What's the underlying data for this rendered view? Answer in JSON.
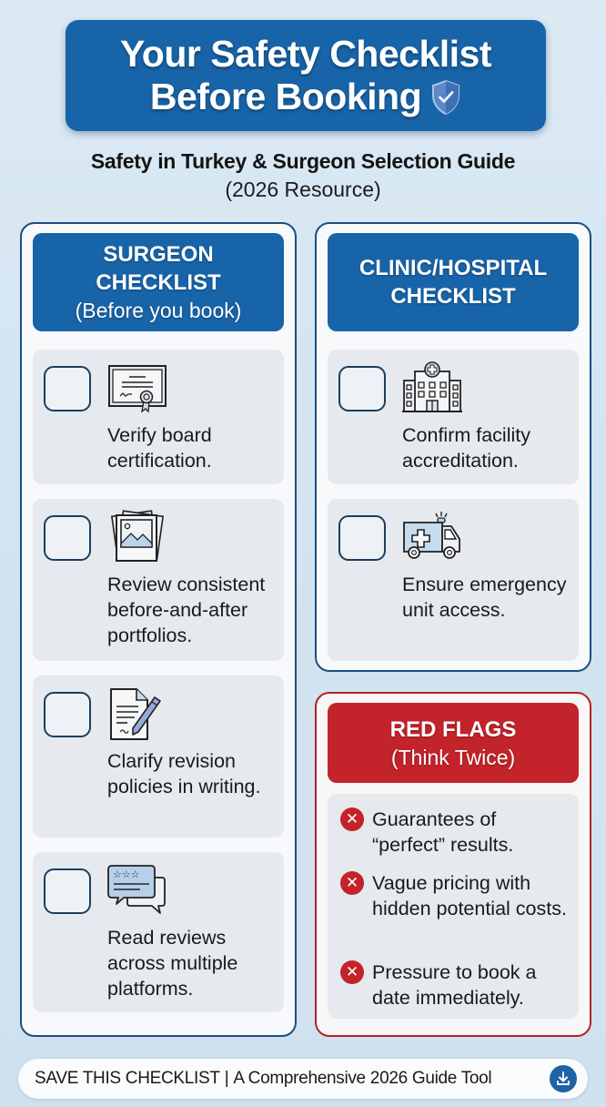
{
  "header": {
    "title_line1": "Your Safety Checklist",
    "title_line2": "Before Booking",
    "title_icon": "shield-check-icon",
    "subtitle": "Safety in Turkey & Surgeon Selection Guide",
    "subtitle_note": "(2026 Resource)"
  },
  "surgeon_checklist": {
    "title_line1": "SURGEON",
    "title_line2": "CHECKLIST",
    "subtitle": "(Before you book)",
    "items": [
      {
        "icon": "certificate-icon",
        "text": "Verify board certification.",
        "checked": false
      },
      {
        "icon": "photo-portfolio-icon",
        "text": "Review consistent before-and-after portfolios.",
        "checked": false
      },
      {
        "icon": "document-pen-icon",
        "text": "Clarify revision policies in writing.",
        "checked": false
      },
      {
        "icon": "reviews-chat-icon",
        "text": "Read reviews across multiple platforms.",
        "checked": false
      }
    ]
  },
  "clinic_checklist": {
    "title_line1": "CLINIC/HOSPITAL",
    "title_line2": "CHECKLIST",
    "items": [
      {
        "icon": "hospital-building-icon",
        "text": "Confirm facility accreditation.",
        "checked": false
      },
      {
        "icon": "ambulance-icon",
        "text": "Ensure emergency unit access.",
        "checked": false
      }
    ]
  },
  "red_flags": {
    "title": "RED FLAGS",
    "subtitle": "(Think Twice)",
    "items": [
      {
        "icon": "x-circle-icon",
        "text": "Guarantees of “perfect” results."
      },
      {
        "icon": "x-circle-icon",
        "text": "Vague pricing with hidden potential costs."
      },
      {
        "icon": "x-circle-icon",
        "text": "Pressure to book a date immediately."
      }
    ]
  },
  "footer": {
    "cta": "SAVE THIS CHECKLIST",
    "separator": "|",
    "tagline": "A Comprehensive 2026 Guide Tool",
    "icon": "download-icon"
  },
  "colors": {
    "brand_blue": "#1864a8",
    "border_navy": "#1a4f80",
    "alert_red": "#c3232a",
    "card_grey": "#e6e9ed",
    "background": "#d6e7f2"
  }
}
